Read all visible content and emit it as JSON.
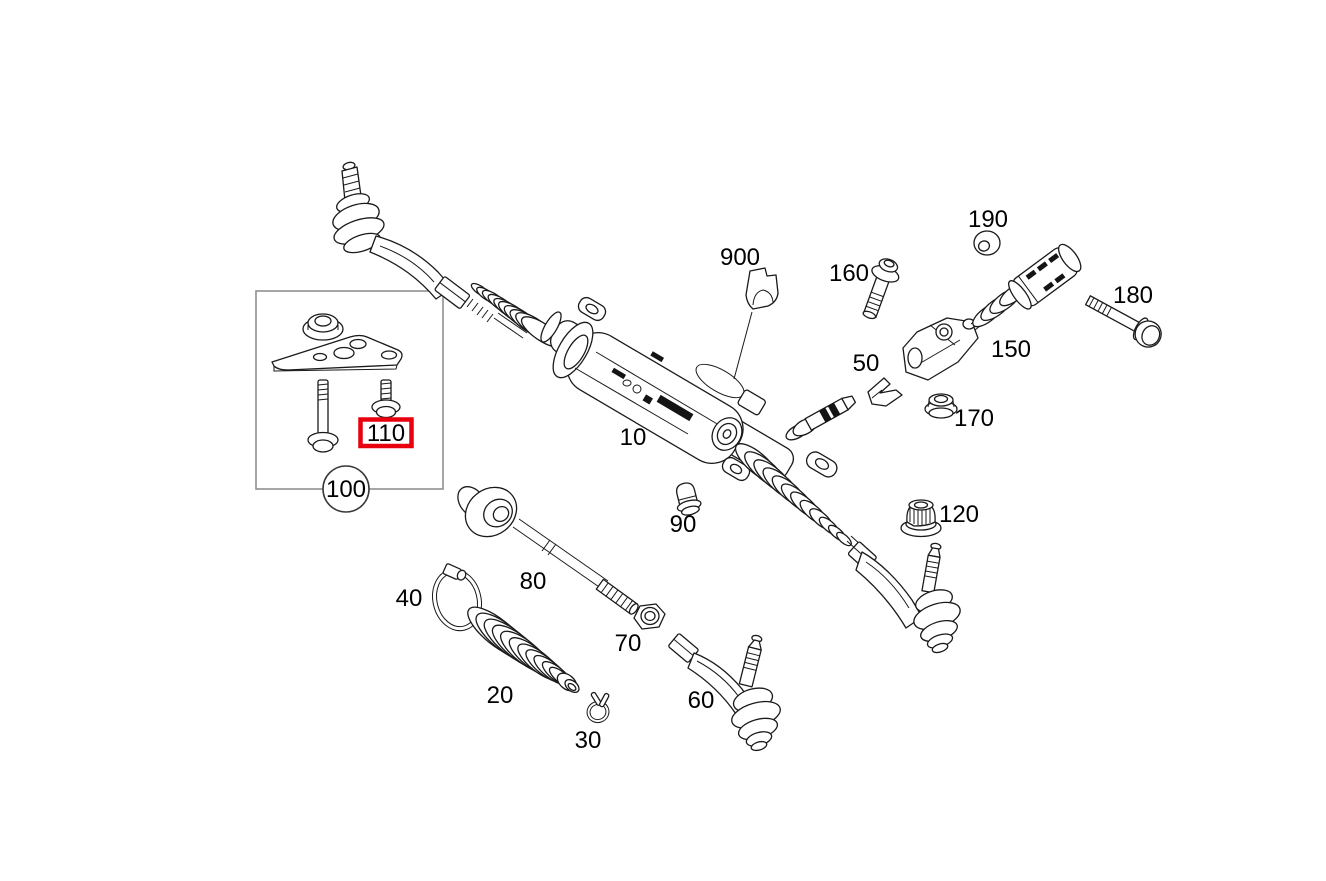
{
  "diagram": {
    "kind": "exploded-parts-diagram",
    "subject": "steering-gear-assembly",
    "labels": [
      {
        "part": "10",
        "text": "10"
      },
      {
        "part": "20",
        "text": "20"
      },
      {
        "part": "30",
        "text": "30"
      },
      {
        "part": "40",
        "text": "40"
      },
      {
        "part": "50",
        "text": "50"
      },
      {
        "part": "60",
        "text": "60"
      },
      {
        "part": "70",
        "text": "70"
      },
      {
        "part": "80",
        "text": "80"
      },
      {
        "part": "90",
        "text": "90"
      },
      {
        "part": "100",
        "text": "100"
      },
      {
        "part": "110",
        "text": "110"
      },
      {
        "part": "120",
        "text": "120"
      },
      {
        "part": "150",
        "text": "150"
      },
      {
        "part": "160",
        "text": "160"
      },
      {
        "part": "170",
        "text": "170"
      },
      {
        "part": "180",
        "text": "180"
      },
      {
        "part": "190",
        "text": "190"
      },
      {
        "part": "900",
        "text": "900"
      }
    ],
    "highlighted_part": "110",
    "kit_group_part": "100",
    "colors": {
      "highlight": "#e8000e",
      "line": "#1a1a1a",
      "kit_box_border": "#8f8f8f",
      "background": "#ffffff"
    }
  }
}
